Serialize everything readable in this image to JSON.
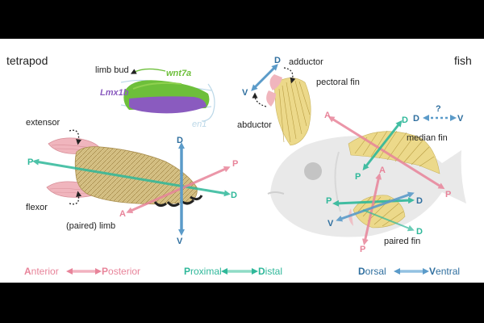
{
  "panels": {
    "left_title": "tetrapod",
    "right_title": "fish"
  },
  "limb_bud": {
    "label": "limb bud",
    "gene_dorsal": "wnt7a",
    "gene_ventral": "Lmx1b",
    "gene_en1": "en1"
  },
  "tetrapod": {
    "extensor": "extensor",
    "flexor": "flexor",
    "limb": "(paired) limb"
  },
  "fish": {
    "adductor": "adductor",
    "abductor": "abductor",
    "pectoral_fin": "pectoral fin",
    "median_fin": "median fin",
    "paired_fin": "paired fin",
    "question": "?"
  },
  "axis_letters": {
    "dorsal": "D",
    "ventral": "V",
    "proximal": "P",
    "distal": "D",
    "anterior": "A",
    "posterior": "P"
  },
  "legend": {
    "ap": {
      "first": "A",
      "first_rest": "nterior",
      "second": "P",
      "second_rest": "osterior"
    },
    "pd": {
      "first": "P",
      "first_rest": "roximal",
      "second": "D",
      "second_rest": "istal"
    },
    "dv": {
      "first": "D",
      "first_rest": "orsal",
      "second": "V",
      "second_rest": "entral"
    }
  },
  "colors": {
    "dorsal_ventral": "#5b9bc9",
    "proximal_distal": "#2fb89a",
    "anterior_posterior": "#e8849a",
    "limb_bud_green": "#6dbf3a",
    "limb_bud_purple": "#8a5bbf",
    "fin_yellow": "#ecd98a",
    "muscle_pink": "#f0b5bd"
  }
}
